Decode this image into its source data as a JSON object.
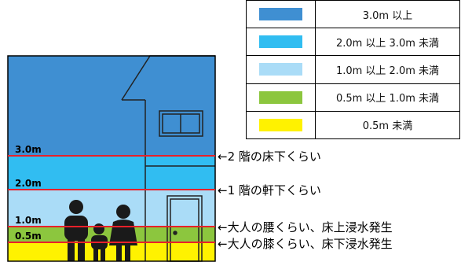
{
  "legend": {
    "items": [
      {
        "color": "#3f8fd2",
        "label": "3.0m 以上"
      },
      {
        "color": "#31bdf1",
        "label": "2.0m 以上 3.0m 未満"
      },
      {
        "color": "#aadcf7",
        "label": "1.0m 以上 2.0m 未満"
      },
      {
        "color": "#8cc63e",
        "label": "0.5m 以上 1.0m 未満"
      },
      {
        "color": "#fff200",
        "label": "0.5m 未満"
      }
    ]
  },
  "levels": {
    "l30": "3.0m",
    "l20": "2.0m",
    "l10": "1.0m",
    "l05": "0.5m"
  },
  "notes": {
    "n30": "←2 階の床下くらい",
    "n20": "←1 階の軒下くらい",
    "n10": "←大人の腰くらい、床上浸水発生",
    "n05": "←大人の膝くらい、床下浸水発生"
  },
  "colors": {
    "band_red": "#e8202a",
    "silhouette": "#1a1a1a"
  }
}
